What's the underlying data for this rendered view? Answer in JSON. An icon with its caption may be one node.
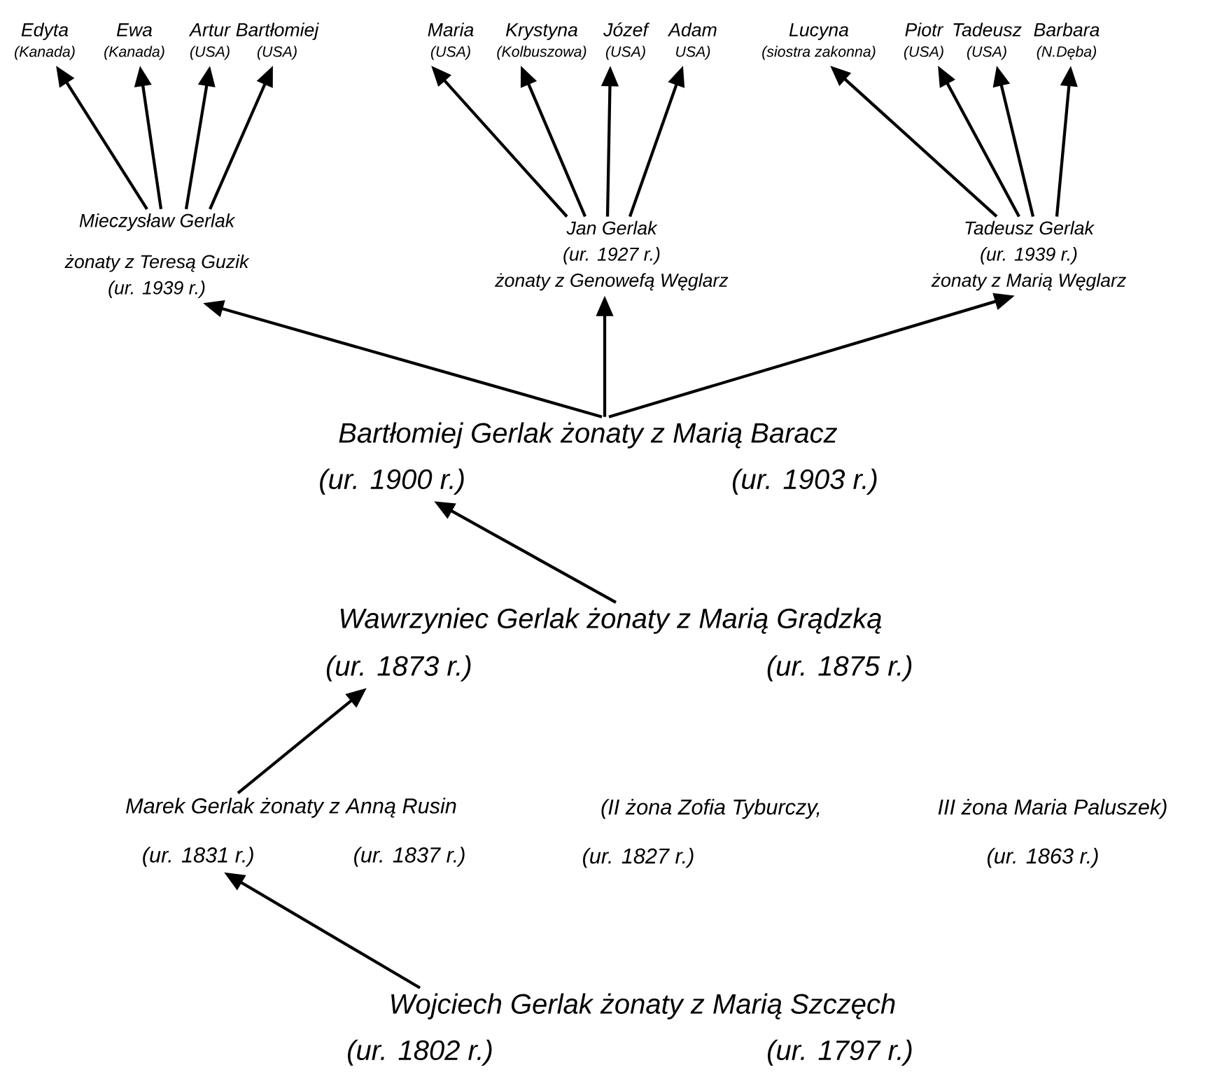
{
  "diagram": {
    "nodes": [
      {
        "text": [
          "Edyta",
          "(Kanada)"
        ]
      },
      {
        "text": [
          "Ewa",
          "(Kanada)"
        ]
      },
      {
        "text": [
          "Artur",
          "(USA)"
        ]
      },
      {
        "text": [
          "Bartłomiej",
          "(USA)"
        ]
      },
      {
        "text": [
          "Maria",
          "(USA)"
        ]
      },
      {
        "text": [
          "Krystyna",
          "(Kolbuszowa)"
        ]
      },
      {
        "text": [
          "Józef",
          "(USA)"
        ]
      },
      {
        "text": [
          "Adam",
          "USA)"
        ]
      },
      {
        "text": [
          "Lucyna",
          "(siostra zakonna)"
        ]
      },
      {
        "text": [
          "Piotr",
          "(USA)"
        ]
      },
      {
        "text": [
          "Tadeusz",
          "(USA)"
        ]
      },
      {
        "text": [
          "Barbara",
          "(N.Dęba)"
        ]
      },
      {
        "text": [
          "Mieczysław Gerlak",
          "żonaty z Teresą Guzik",
          "(ur. 1939 r.)"
        ]
      },
      {
        "text": [
          "Jan Gerlak",
          "(ur. 1927 r.)",
          "żonaty z Genowefą Węglarz"
        ]
      },
      {
        "text": [
          "Tadeusz Gerlak",
          "(ur. 1939 r.)",
          "żonaty z Marią Węglarz"
        ]
      },
      {
        "text": [
          "Bartłomiej Gerlak żonaty z Marią Baracz",
          "(ur. 1900 r.)",
          "(ur. 1903 r.)"
        ]
      },
      {
        "text": [
          "Wawrzyniec Gerlak żonaty z Marią Grądzką",
          "(ur. 1873 r.)",
          "(ur. 1875 r.)"
        ]
      },
      {
        "text": [
          "Marek Gerlak żonaty z Anną Rusin",
          "(ur. 1831 r.)",
          "(ur. 1837 r.)"
        ]
      },
      {
        "text": [
          "Wojciech Gerlak żonaty z Marią Szczęch",
          "(ur. 1802 r.)",
          "(ur. 1797 r.)"
        ]
      }
    ],
    "edges": [
      {
        "from": 12,
        "to": 0,
        "arrow": "to"
      },
      {
        "from": 12,
        "to": 1,
        "arrow": "to"
      },
      {
        "from": 12,
        "to": 2,
        "arrow": "to"
      },
      {
        "from": 12,
        "to": 3,
        "arrow": "to"
      },
      {
        "from": 13,
        "to": 4,
        "arrow": "to"
      },
      {
        "from": 13,
        "to": 5,
        "arrow": "to"
      },
      {
        "from": 13,
        "to": 6,
        "arrow": "to"
      },
      {
        "from": 13,
        "to": 7,
        "arrow": "to"
      },
      {
        "from": 14,
        "to": 8,
        "arrow": "to"
      },
      {
        "from": 14,
        "to": 9,
        "arrow": "to"
      },
      {
        "from": 14,
        "to": 10,
        "arrow": "to"
      },
      {
        "from": 14,
        "to": 11,
        "arrow": "to"
      },
      {
        "from": 15,
        "to": 12,
        "arrow": "to"
      },
      {
        "from": 15,
        "to": 13,
        "arrow": "to"
      },
      {
        "from": 15,
        "to": 14,
        "arrow": "to"
      },
      {
        "from": 16,
        "to": 15,
        "arrow": "to"
      },
      {
        "from": 17,
        "to": 16,
        "arrow": "to"
      },
      {
        "from": 18,
        "to": 17,
        "arrow": "to"
      }
    ],
    "labels": [
      "(II żona Zofia Tyburczy,",
      "III żona Maria Paluszek)",
      "(ur. 1827 r.)",
      "(ur. 1863 r.)"
    ]
  }
}
